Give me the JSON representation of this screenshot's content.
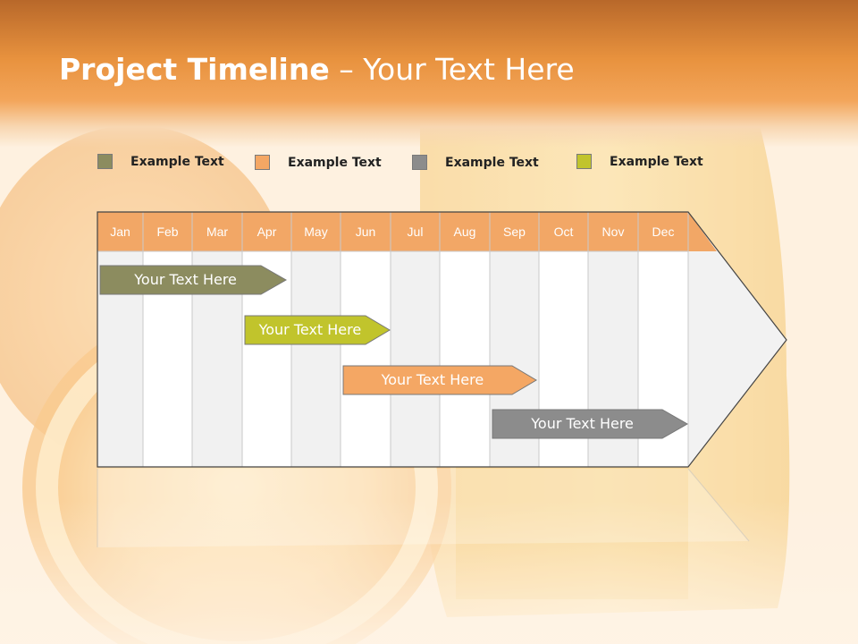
{
  "slide": {
    "title_bold": "Project Timeline",
    "title_rest": " – Your Text Here"
  },
  "legend": [
    {
      "label": "Example Text",
      "color": "#8c8c5f",
      "icon": "olive-square-icon"
    },
    {
      "label": "Example Text",
      "color": "#f4a764",
      "icon": "orange-square-icon"
    },
    {
      "label": "Example Text",
      "color": "#8c8c8c",
      "icon": "gray-square-icon"
    },
    {
      "label": "Example Text",
      "color": "#c1c42c",
      "icon": "lime-square-icon"
    }
  ],
  "timeline": {
    "months": [
      "Jan",
      "Feb",
      "Mar",
      "Apr",
      "May",
      "Jun",
      "Jul",
      "Aug",
      "Sep",
      "Oct",
      "Nov",
      "Dec"
    ],
    "header_color": "#f2a766",
    "bars": [
      {
        "label": "Your  Text Here",
        "color": "#8c8c5f"
      },
      {
        "label": "Your  Text Here",
        "color": "#c1c42c"
      },
      {
        "label": "Your  Text Here",
        "color": "#f4a764"
      },
      {
        "label": "Your  Text Here",
        "color": "#8c8c8c"
      }
    ]
  }
}
